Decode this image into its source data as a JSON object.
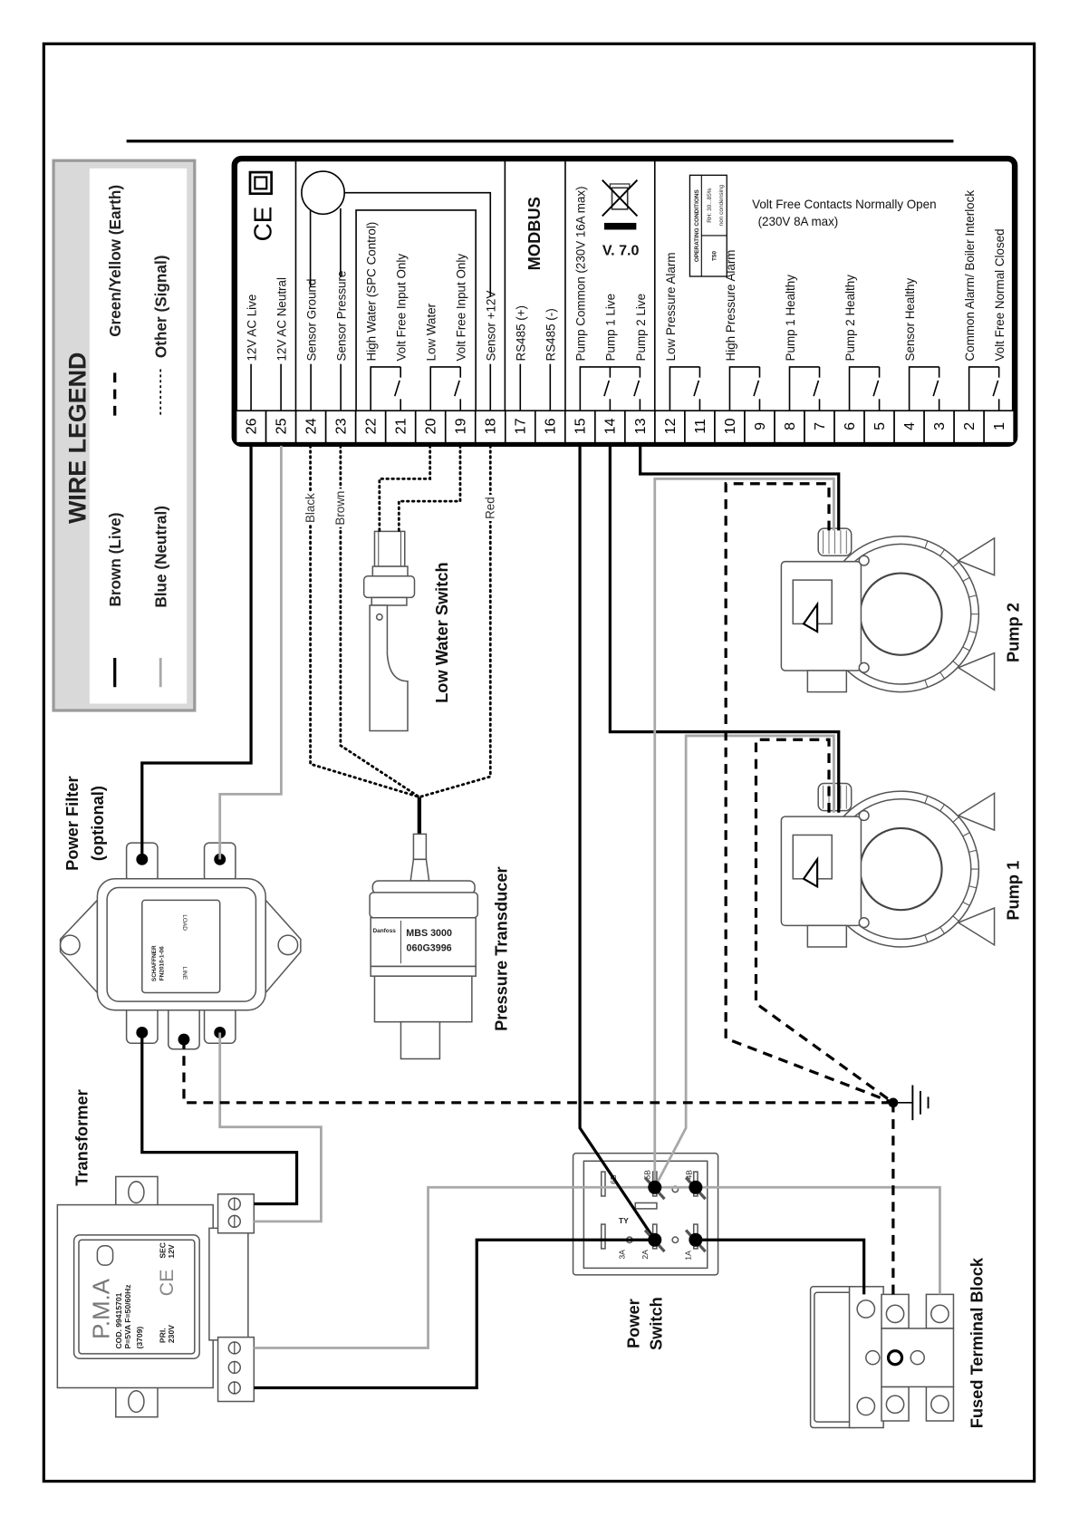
{
  "legend": {
    "title": "WIRE LEGEND",
    "brown": "Brown (Live)",
    "earth": "Green/Yellow (Earth)",
    "blue": "Blue (Neutral)",
    "other": "Other (Signal)"
  },
  "wire_colors": {
    "live": "#000000",
    "neutral": "#a8a8a8",
    "earth": "#000000",
    "signal": "#000000"
  },
  "controller": {
    "terminals": [
      {
        "n": "26",
        "label": "12V AC Live"
      },
      {
        "n": "25",
        "label": "12V AC Neutral"
      },
      {
        "n": "24",
        "label": "Sensor Ground"
      },
      {
        "n": "23",
        "label": "Sensor Pressure"
      },
      {
        "n": "22",
        "label": "High Water (SPC Control)"
      },
      {
        "n": "21",
        "label": "Volt Free Input Only"
      },
      {
        "n": "20",
        "label": "Low Water"
      },
      {
        "n": "19",
        "label": "Volt Free Input Only"
      },
      {
        "n": "18",
        "label": "Sensor  +12V"
      },
      {
        "n": "17",
        "label": "RS485 (+)"
      },
      {
        "n": "16",
        "label": "RS485 (-)"
      },
      {
        "n": "15",
        "label": "Pump Common (230V 16A max)"
      },
      {
        "n": "14",
        "label": "Pump 1 Live"
      },
      {
        "n": "13",
        "label": "Pump 2 Live"
      },
      {
        "n": "12",
        "label": "Low Pressure Alarm"
      },
      {
        "n": "11",
        "label": ""
      },
      {
        "n": "10",
        "label": "High Pressure Alarm"
      },
      {
        "n": "9",
        "label": ""
      },
      {
        "n": "8",
        "label": "Pump 1 Healthy"
      },
      {
        "n": "7",
        "label": ""
      },
      {
        "n": "6",
        "label": "Pump 2 Healthy"
      },
      {
        "n": "5",
        "label": ""
      },
      {
        "n": "4",
        "label": "Sensor Healthy"
      },
      {
        "n": "3",
        "label": ""
      },
      {
        "n": "2",
        "label": "Common Alarm/ Boiler Interlock"
      },
      {
        "n": "1",
        "label": "Volt Free Normal Closed"
      }
    ],
    "ce_mark": "CE",
    "modbus": "MODBUS",
    "version": "V. 7.0",
    "operating_conditions": {
      "title": "OPERATING CONDITIONS",
      "temp": "T50",
      "rh": "RH: 30...85%",
      "note": "non condensing"
    },
    "contacts_note": "Volt Free Contacts Normally Open",
    "contacts_rating": "(230V 8A max)"
  },
  "sensor_wires": {
    "black": "Black",
    "brown": "Brown",
    "red": "Red"
  },
  "power_filter": {
    "label": "Power Filter",
    "sublabel": "(optional)",
    "brand": "SCHAFFNER",
    "model": "FN2010-1-06",
    "load": "LOAD",
    "line": "LINE"
  },
  "transformer": {
    "label": "Transformer",
    "brand": "P.M.A",
    "code": "COD. 99415701",
    "spec": "P=5VA F=50/60Hz",
    "ref": "(3709)",
    "pri": "PRI.",
    "pri_v": "230V",
    "sec": "SEC",
    "sec_v": "12V",
    "ce": "CE"
  },
  "pressure_transducer": {
    "label": "Pressure Transducer",
    "brand": "Danfoss",
    "model": "MBS 3000",
    "part": "060G3996"
  },
  "low_water_switch": {
    "label": "Low Water Switch"
  },
  "pumps": {
    "pump1": "Pump 1",
    "pump2": "Pump 2"
  },
  "power_switch": {
    "label_line1": "Power",
    "label_line2": "Switch",
    "contacts": {
      "c6b": "6B",
      "c5b": "5B",
      "c4b": "4B",
      "c3a": "3A",
      "c2a": "2A",
      "c1a": "1A",
      "ty": "TY"
    }
  },
  "fused_terminal_block": {
    "label": "Fused Terminal Block"
  }
}
